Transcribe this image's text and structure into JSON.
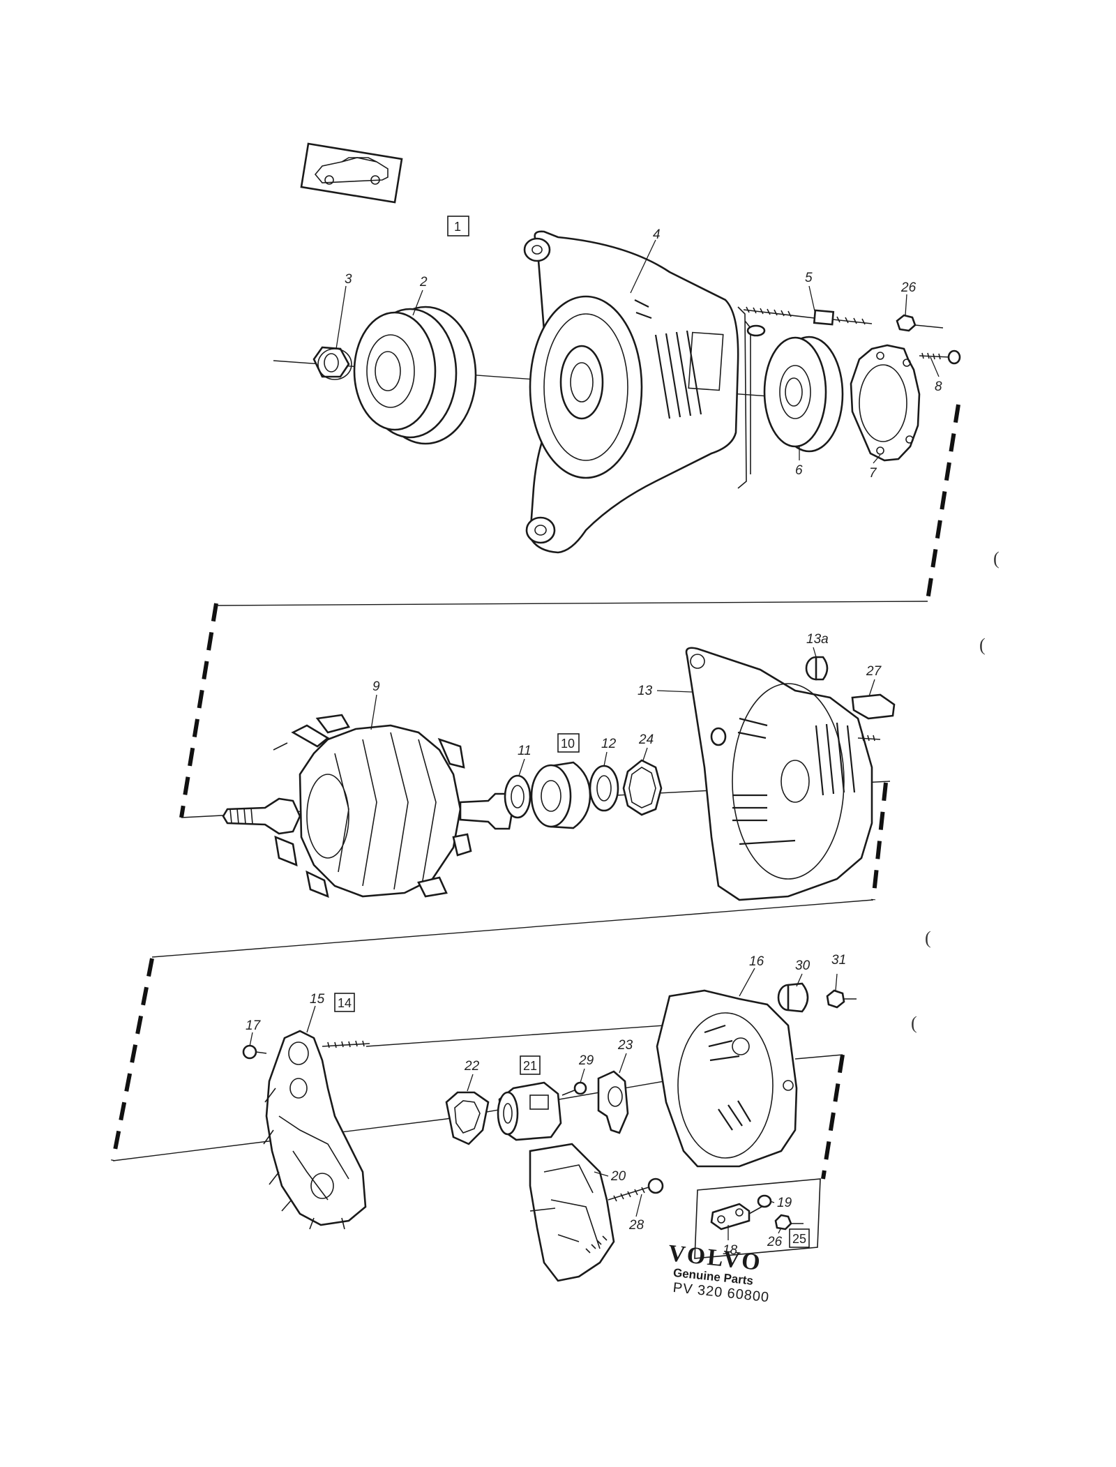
{
  "labels": {
    "callout_1": "1",
    "callout_2": "2",
    "callout_3": "3",
    "callout_4": "4",
    "callout_5": "5",
    "callout_6": "6",
    "callout_7": "7",
    "callout_8": "8",
    "callout_9": "9",
    "callout_10": "10",
    "callout_11": "11",
    "callout_12": "12",
    "callout_13": "13",
    "callout_13a": "13a",
    "callout_14": "14",
    "callout_15": "15",
    "callout_16": "16",
    "callout_17": "17",
    "callout_18": "18",
    "callout_19": "19",
    "callout_20": "20",
    "callout_21": "21",
    "callout_22": "22",
    "callout_23": "23",
    "callout_24": "24",
    "callout_25": "25",
    "callout_26_top": "26",
    "callout_26_bottom": "26",
    "callout_27": "27",
    "callout_28": "28",
    "callout_29": "29",
    "callout_30": "30",
    "callout_31": "31"
  },
  "brand": {
    "logo": "VOLVO",
    "subtitle": "Genuine Parts",
    "code": "PV 320 60800"
  },
  "colors": {
    "ink": "#1a1a1a",
    "paper": "#ffffff"
  },
  "icons": {
    "vehicle_thumbnail": "car-icon"
  }
}
